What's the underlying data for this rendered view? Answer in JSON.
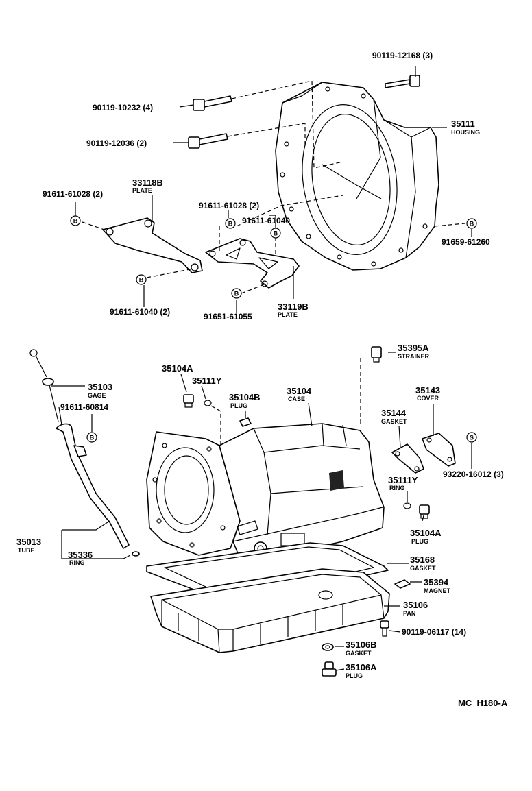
{
  "callouts": {
    "bolt_12168": "90119-12168 (3)",
    "bolt_10232": "90119-10232 (4)",
    "bolt_12036": "90119-12036 (2)",
    "housing_num": "35111",
    "housing_name": "HOUSING",
    "plate_33118b_num": "33118B",
    "plate_33118b_name": "PLATE",
    "bolt_61028_left": "91611-61028 (2)",
    "bolt_61028_mid": "91611-61028 (2)",
    "bolt_61040_mid": "91611-61040",
    "bolt_61260": "91659-61260",
    "bolt_61040_left": "91611-61040 (2)",
    "bolt_61055": "91651-61055",
    "plate_33119b_num": "33119B",
    "plate_33119b_name": "PLATE",
    "strainer_num": "35395A",
    "strainer_name": "STRAINER",
    "plug_35104a_top": "35104A",
    "ring_35111y_top": "35111Y",
    "case_num": "35104",
    "case_name": "CASE",
    "plug_35104b_num": "35104B",
    "plug_35104b_name": "PLUG",
    "cover_num": "35143",
    "cover_name": "COVER",
    "gage_num": "35103",
    "gage_name": "GAGE",
    "bolt_60814": "91611-60814",
    "gasket_35144_num": "35144",
    "gasket_35144_name": "GASKET",
    "screw_16012": "93220-16012 (3)",
    "ring_35111y_num": "35111Y",
    "ring_35111y_name": "RING",
    "plug_35104a_num": "35104A",
    "plug_35104a_name": "PLUG",
    "tube_num": "35013",
    "tube_name": "TUBE",
    "ring_35336_num": "35336",
    "ring_35336_name": "RING",
    "gasket_35168_num": "35168",
    "gasket_35168_name": "GASKET",
    "magnet_num": "35394",
    "magnet_name": "MAGNET",
    "pan_num": "35106",
    "pan_name": "PAN",
    "bolt_06117": "90119-06117 (14)",
    "gasket_35106b_num": "35106B",
    "gasket_35106b_name": "GASKET",
    "plug_35106a_num": "35106A",
    "plug_35106a_name": "PLUG",
    "footer_code": "MC  H180-A"
  },
  "symbols": {
    "bolt_marker": "B",
    "screw_marker": "S"
  }
}
